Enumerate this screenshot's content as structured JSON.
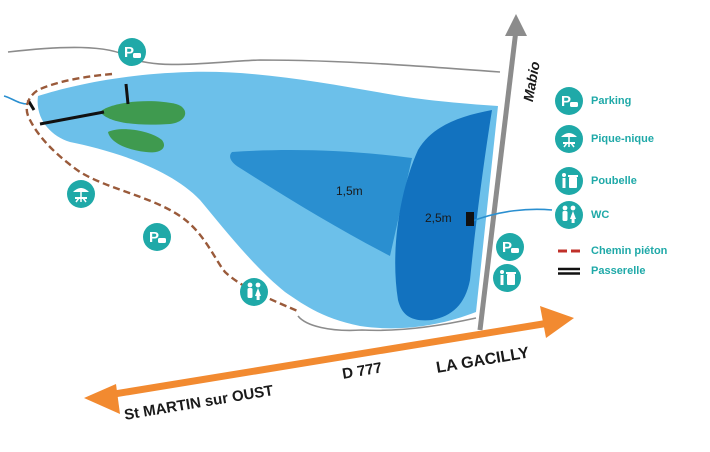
{
  "depths": {
    "shallow": "1,5m",
    "deep": "2,5m"
  },
  "roads": {
    "main_left": "St MARTIN sur OUST",
    "main_number": "D 777",
    "main_right": "LA GACILLY",
    "side": "Mabio"
  },
  "legend": {
    "parking": "Parking",
    "picnic": "Pique-nique",
    "bin": "Poubelle",
    "wc": "WC",
    "footpath": "Chemin piéton",
    "footbridge": "Passerelle"
  },
  "colors": {
    "lake_light": "#6cc0ea",
    "lake_mid": "#2a8fd0",
    "lake_deep": "#1272bf",
    "island": "#3f9a4f",
    "icon_teal": "#1fa9a8",
    "road_orange": "#f28a30",
    "road_grey": "#8c8c8c",
    "footpath": "#9a5a3a"
  },
  "icons": [
    "parking-icon",
    "picnic-icon",
    "bin-icon",
    "wc-icon"
  ]
}
